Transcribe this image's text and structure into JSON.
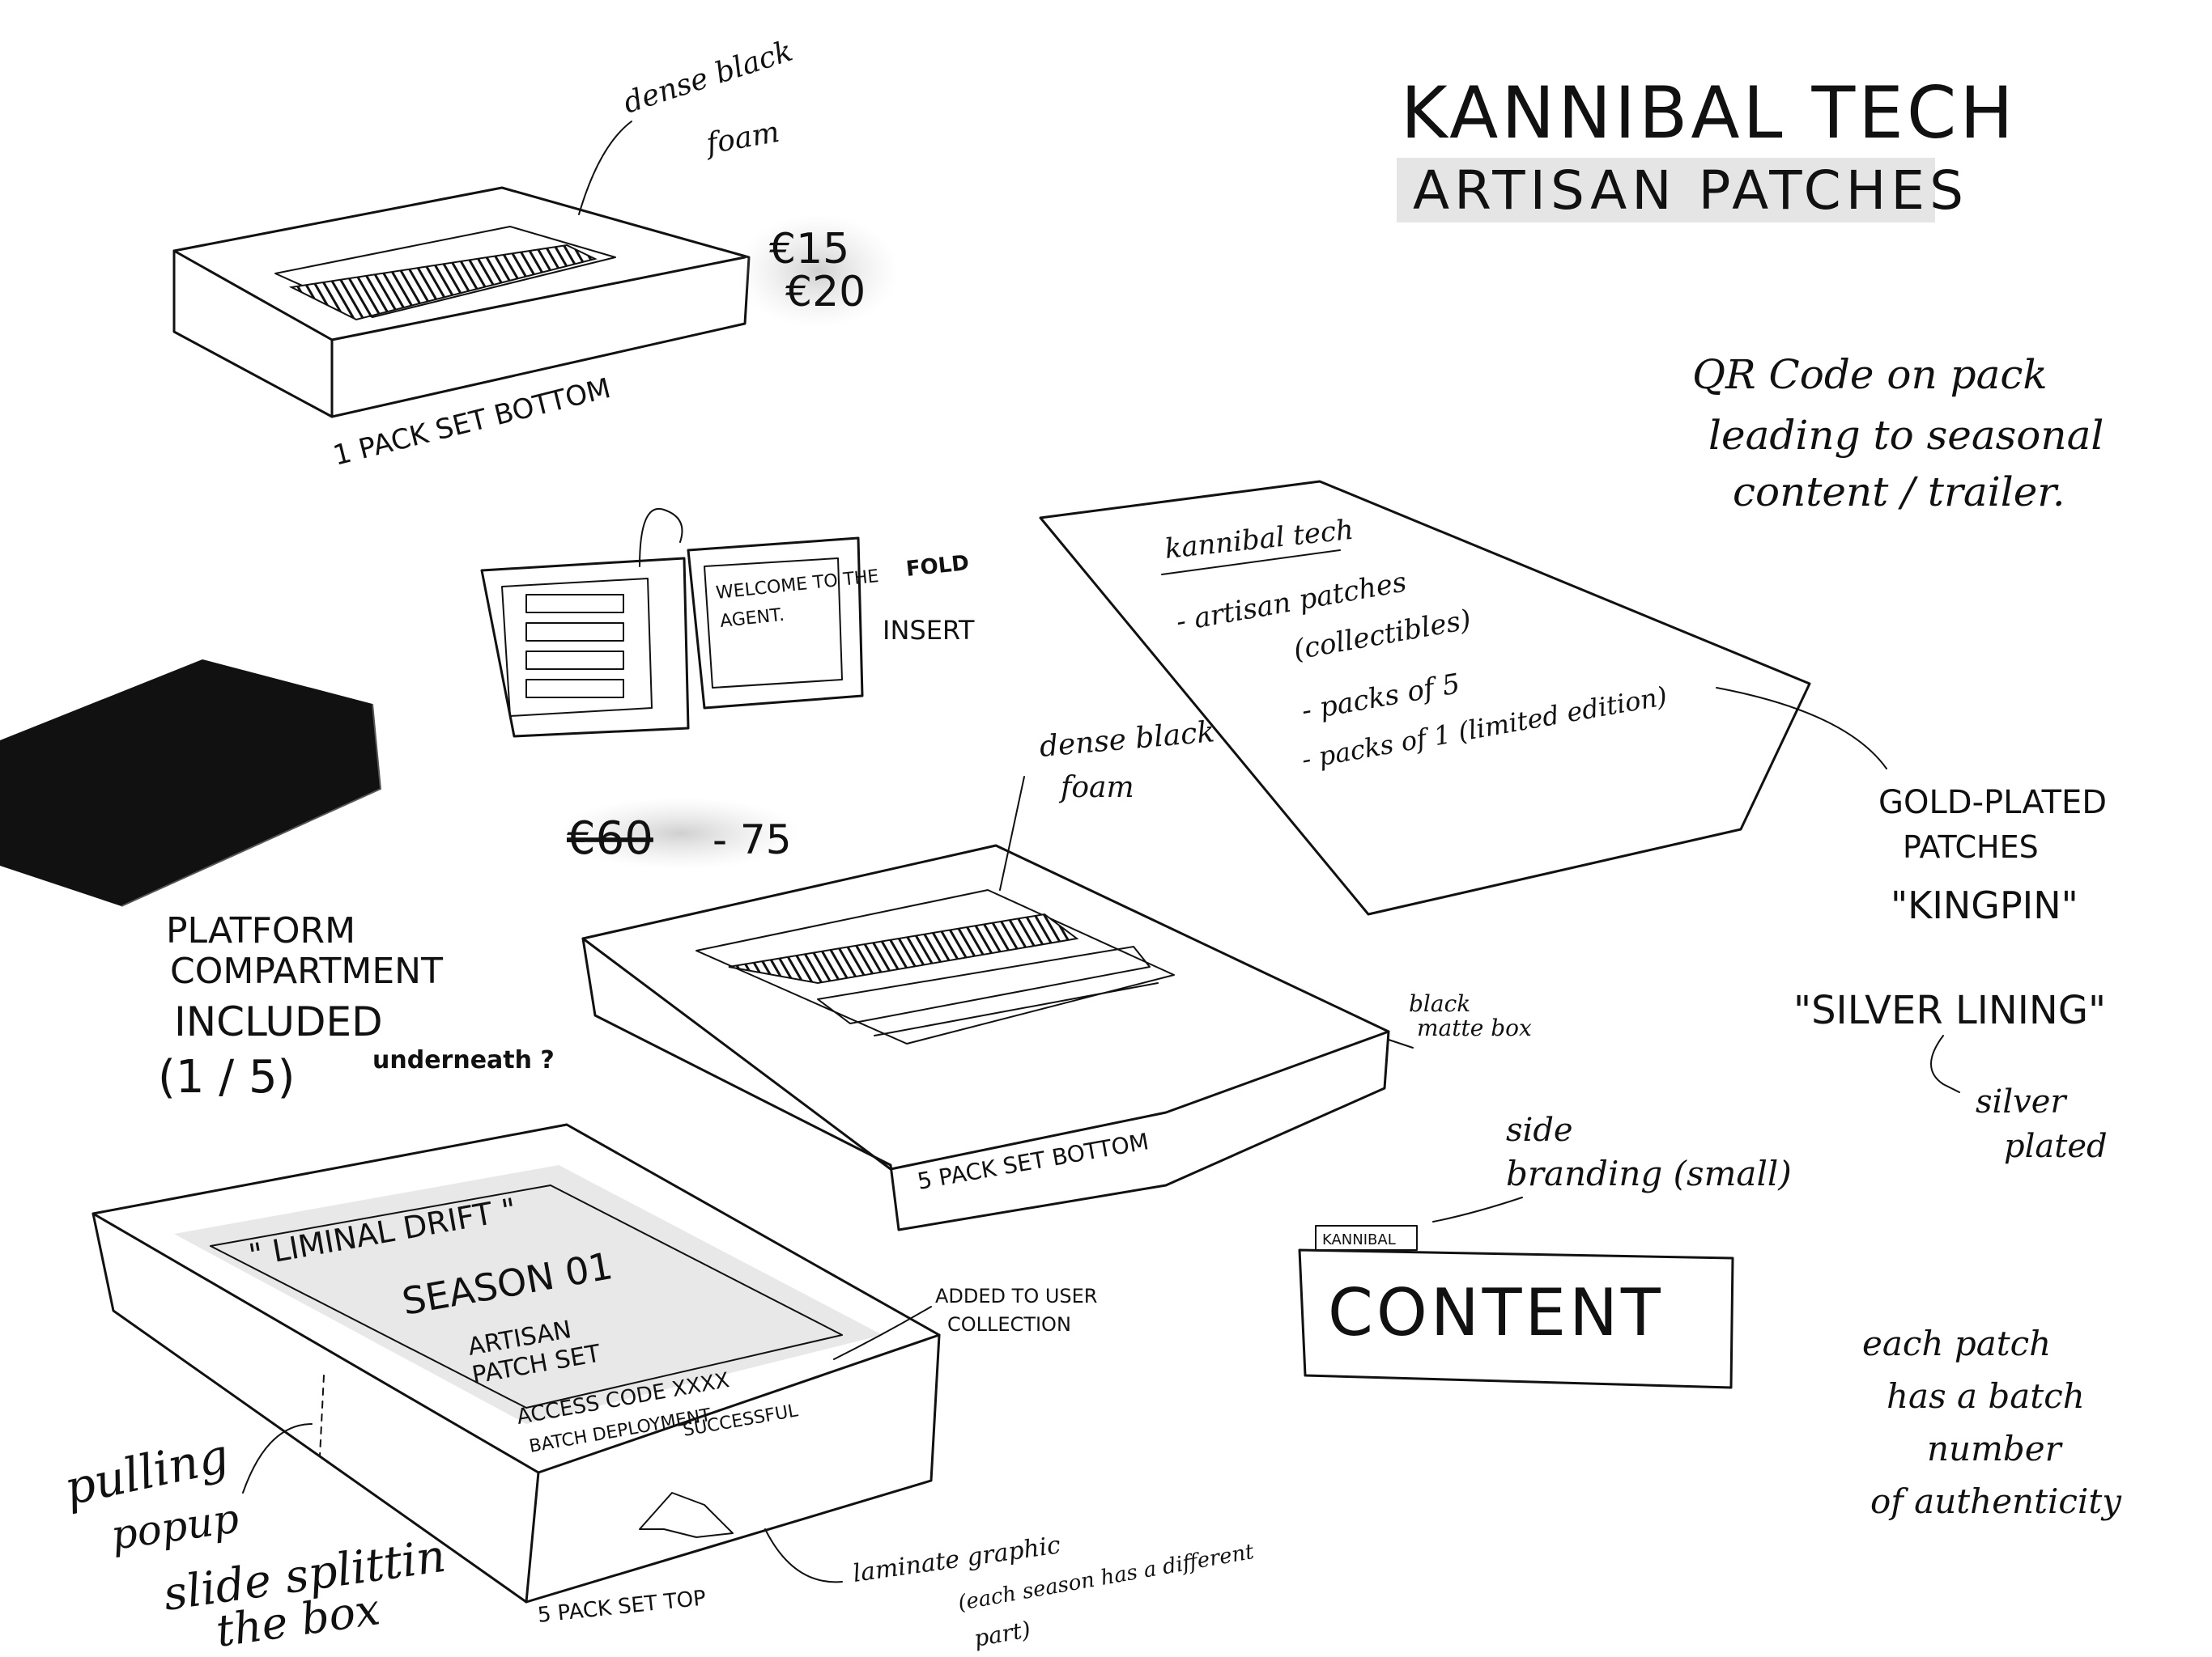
{
  "title": {
    "line1": "KANNIBAL TECH",
    "line2": "ARTISAN PATCHES"
  },
  "sketch1": {
    "foam_note_1": "dense black",
    "foam_note_2": "foam",
    "price_1": "€15",
    "price_2": "€20",
    "caption": "1 PACK SET BOTTOM"
  },
  "insert": {
    "welcome_1": "WELCOME TO THE",
    "welcome_fold": "FOLD",
    "welcome_2": "AGENT.",
    "label": "INSERT"
  },
  "platform": {
    "line1": "PLATFORM",
    "line2": "COMPARTMENT",
    "line3": "INCLUDED",
    "line4": "(1 / 5)",
    "note": "underneath ?"
  },
  "sketch5": {
    "price_old": "€60",
    "price_new": "- 75",
    "foam_note_1": "dense black",
    "foam_note_2": "foam",
    "box_note_1": "black",
    "box_note_2": "matte box",
    "caption": "5 PACK SET BOTTOM"
  },
  "card": {
    "header": "kannibal tech",
    "item1": "- artisan patches",
    "item1b": "(collectibles)",
    "item2": "- packs of 5",
    "item3": "- packs of 1 (limited edition)"
  },
  "qr_note": {
    "line1": "QR Code on pack",
    "line2": "leading to seasonal",
    "line3": "content / trailer."
  },
  "gold_note": {
    "line1": "GOLD-PLATED",
    "line2": "PATCHES",
    "line3": "\"KINGPIN\""
  },
  "silver_note": {
    "line1": "\"SILVER LINING\"",
    "line2": "silver",
    "line3": "plated"
  },
  "branding_note": {
    "line1": "side",
    "line2": "branding (small)",
    "tab": "KANNIBAL",
    "content": "CONTENT"
  },
  "batch_note": {
    "line1": "each patch",
    "line2": "has a batch",
    "line3": "number",
    "line4": "of authenticity"
  },
  "top_box": {
    "line1": "\" LIMINAL DRIFT \"",
    "line2": "SEASON 01",
    "line3": "ARTISAN",
    "line4": "PATCH SET",
    "line5": "ACCESS CODE XXXX",
    "line6": "BATCH DEPLOYMENT",
    "line7": "SUCCESSFUL",
    "added_1": "ADDED TO USER",
    "added_2": "COLLECTION",
    "caption": "5 PACK SET TOP"
  },
  "pulling_note": {
    "line1": "pulling",
    "line2": "popup",
    "line3": "slide splittin",
    "line4": "the box"
  },
  "laminate_note": {
    "line1": "laminate graphic",
    "line2": "(each season has a different",
    "line3": "part)"
  }
}
